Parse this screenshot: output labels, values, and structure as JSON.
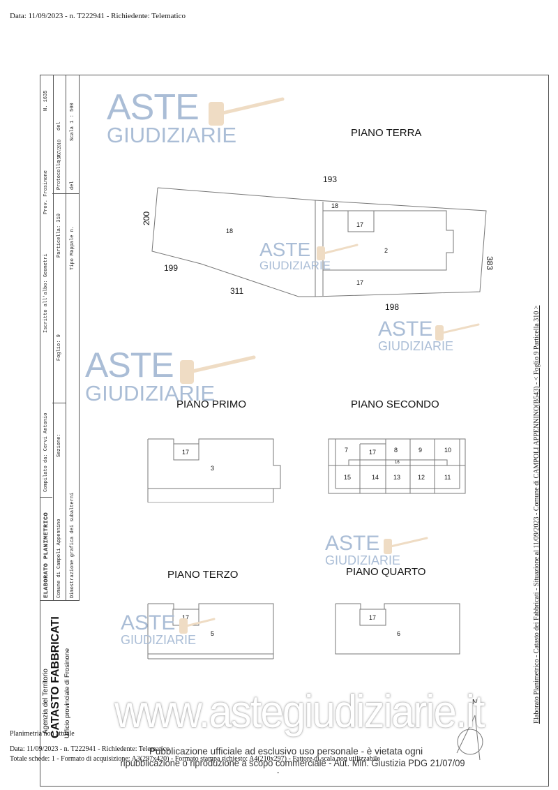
{
  "header": {
    "top_line": "Data: 11/09/2023 - n. T222941 - Richiedente: Telematico"
  },
  "title_block": {
    "agency": "Agenzia del Territorio",
    "catasto": "CATASTO FABBRICATI",
    "office": "Ufficio provinciale di  Frosinone",
    "doc_type": "ELABORATO PLANIMETRICO",
    "compilato": "Compilato da: Cervi Antonio",
    "iscritto": "Iscritto all'albo: Geometri",
    "prov": "Prov. Frosinone",
    "numero": "N.  1635",
    "comune": "Comune di Campoli Appennino",
    "sezione": "Sezione:",
    "foglio": "Foglio: 9",
    "particella": "Particella: 310",
    "protocollo": "Protocollo n.",
    "protocollo_date": "15/07/2010",
    "protocollo_del": "del",
    "dimostrazione": "Dimostrazione grafica dei subalterni",
    "tipo_mappale": "Tipo Mappale n.",
    "tipo_del": "del",
    "scala": "Scala 1 : 500"
  },
  "side_note": "Elaborato Planimetrico - Catasto dei Fabbricati - Situazione al 11/09/2023 - Comune di CAMPOLI APPENNINO(B543) - < Foglio 9 Particella 310 >",
  "floors": [
    {
      "title": "PIANO TERRA",
      "labels": [
        "18",
        "18",
        "17",
        "2",
        "17"
      ],
      "boundary_parcels": [
        "193",
        "200",
        "199",
        "311",
        "198",
        "383"
      ]
    },
    {
      "title": "PIANO PRIMO",
      "labels": [
        "17",
        "3"
      ]
    },
    {
      "title": "PIANO SECONDO",
      "labels": [
        "7",
        "17",
        "8",
        "9",
        "10",
        "16",
        "15",
        "14",
        "13",
        "12",
        "11"
      ]
    },
    {
      "title": "PIANO TERZO",
      "labels": [
        "17",
        "5"
      ]
    },
    {
      "title": "PIANO QUARTO",
      "labels": [
        "17",
        "6"
      ]
    }
  ],
  "north_arrow": {
    "label": "N"
  },
  "watermarks": {
    "aste": "ASTE",
    "giudiziarie": "GIUDIZIARIE",
    "site": "www.astegiudiziarie.it",
    "pub_line1": "Pubblicazione ufficiale ad esclusivo uso personale - è vietata ogni",
    "pub_line2": "ripubblicazione o riproduzione a scopo commerciale - Aut. Min. Giustizia PDG 21/07/09",
    "dash": "-"
  },
  "footer": {
    "planimetria": "Planimetria non attuale",
    "data_line": "Data: 11/09/2023 - n. T222941 - Richiedente: Telematico",
    "totale_line": "Totale schede: 1 - Formato di acquisizione: A3(297x420)  - Formato stampa richiesto: A4(210x297) - Fattore di scala non utilizzabile"
  }
}
